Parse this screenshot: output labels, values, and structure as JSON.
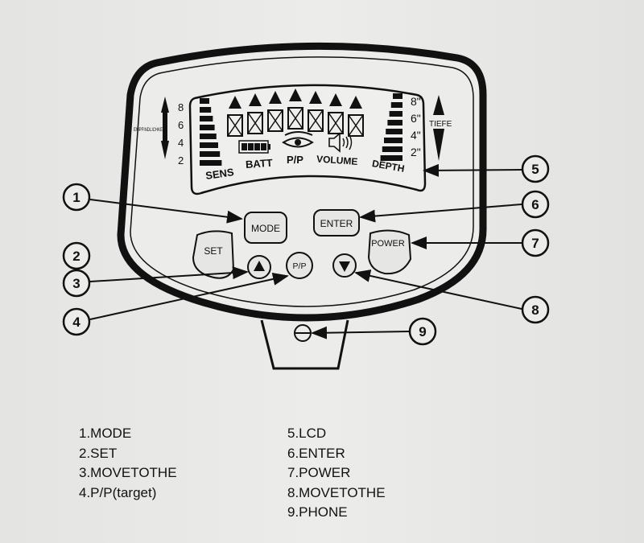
{
  "lcd": {
    "sens_label": "SENS",
    "batt_label": "BATT",
    "pp_label": "P/P",
    "volume_label": "VOLUME",
    "depth_label": "DEPTH",
    "sens_scale": [
      "8",
      "6",
      "4",
      "2"
    ],
    "sens_side_label": "EMPFINDLICHKEIT",
    "depth_scale": [
      "8\"",
      "6\"",
      "4\"",
      "2\""
    ],
    "depth_side_label": "TIEFE"
  },
  "buttons": {
    "mode": "MODE",
    "set": "SET",
    "enter": "ENTER",
    "power": "POWER",
    "pp": "P/P"
  },
  "callouts": [
    "1",
    "2",
    "3",
    "4",
    "5",
    "6",
    "7",
    "8",
    "9"
  ],
  "legend": {
    "left": [
      "1.MODE",
      "2.SET",
      "3.MOVETOTHE",
      "4.P/P(target)"
    ],
    "right": [
      "5.LCD",
      "6.ENTER",
      "7.POWER",
      "8.MOVETOTHE",
      "9.PHONE"
    ]
  }
}
